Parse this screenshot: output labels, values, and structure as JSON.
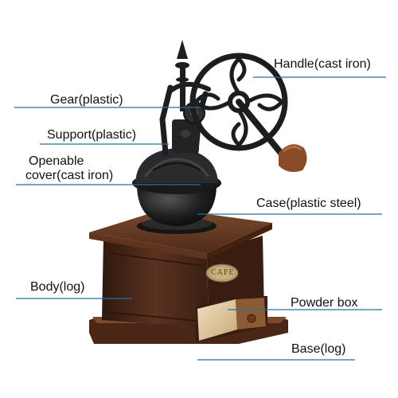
{
  "colors": {
    "leader_line": "#2a6f9b",
    "cast_iron": "#1d1d1f",
    "wood_dark": "#4a2a1a",
    "wood_mid": "#6b3d24",
    "drawer_light": "#e8d6b4",
    "knob_wood": "#8a4b26"
  },
  "labels": {
    "handle": "Handle(cast iron)",
    "gear": "Gear(plastic)",
    "support": "Support(plastic)",
    "cover_line1": "Openable",
    "cover_line2": "cover(cast iron)",
    "case": "Case(plastic steel)",
    "body": "Body(log)",
    "powder_box": "Powder box",
    "base": "Base(log)"
  },
  "badge_text": "CAFE"
}
